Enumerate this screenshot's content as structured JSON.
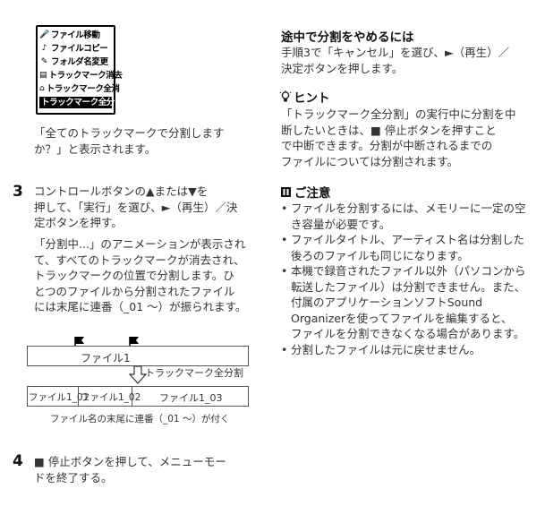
{
  "lcd_menu": {
    "items": [
      {
        "icon": "mic-icon",
        "glyph": "🎤",
        "label": "ファイル移動"
      },
      {
        "icon": "note-icon",
        "glyph": "♪",
        "label": "ファイルコピー"
      },
      {
        "icon": "pencil-icon",
        "glyph": "✎",
        "label": "フォルダ名変更"
      },
      {
        "icon": "list-icon",
        "glyph": "▤",
        "label": "トラックマーク消去"
      },
      {
        "icon": "toolbox-icon",
        "glyph": "⌂",
        "label": "トラックマーク全消"
      },
      {
        "icon": "",
        "glyph": "",
        "label": "トラックマーク全分"
      }
    ]
  },
  "caption_confirm": "「全てのトラックマークで分割します\nか？」と表示されます。",
  "step3": {
    "number": "3",
    "text": "コントロールボタンの▲または▼を\n押して、「実行」を選び、►（再生）／決\n定ボタンを押す。",
    "detail": "「分割中...」のアニメーションが表示され\nて、すべてのトラックマークが消去され、\nトラックマークの位置で分割します。ひ\nとつのファイルから分割されたファイル\nには末尾に連番（_01 ～）が振られます。"
  },
  "diagram": {
    "original_file": "ファイル1",
    "arrow_label": "トラックマーク全分割",
    "parts": [
      "ファイル1_01",
      "ファイル1_02",
      "ファイル1_03"
    ],
    "caption": "ファイル名の末尾に連番（_01 ～）が付く"
  },
  "step4": {
    "number": "4",
    "text": "■ 停止ボタンを押して、メニューモー\nドを終了する。"
  },
  "cancel_section": {
    "heading": "途中で分割をやめるには",
    "text": "手順3で「キャンセル」を選び、►（再生）／\n決定ボタンを押します。"
  },
  "hint_section": {
    "heading": "ヒント",
    "icon": "lightbulb-icon",
    "text": "「トラックマーク全分割」の実行中に分割を中\n断したいときは、■ 停止ボタンを押すこと\nで中断できます。分割が中断されるまでの\nファイルについては分割されます。"
  },
  "note_section": {
    "heading": "ご注意",
    "icon": "note-mark-icon",
    "items": [
      "ファイルを分割するには、メモリーに一定の空\nき容量が必要です。",
      "ファイルタイトル、アーティスト名は分割した\n後ろのファイルも同じになります。",
      "本機で録音されたファイル以外（パソコンから\n転送したファイル）は分割できません。また、\n付属のアプリケーションソフトSound\nOrganizerを使ってファイルを編集すると、\nファイルを分割できなくなる場合があります。",
      "分割したファイルは元に戻せません。"
    ]
  }
}
